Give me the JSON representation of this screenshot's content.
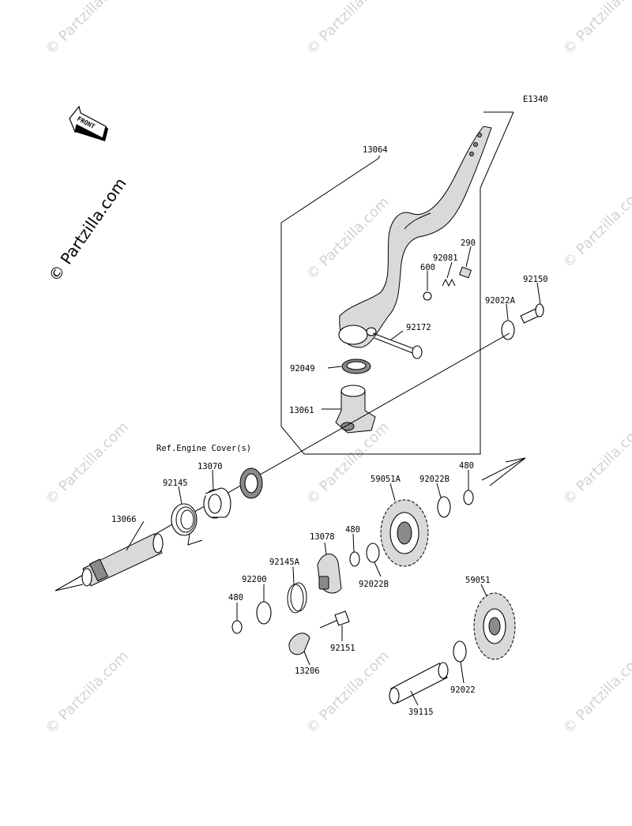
{
  "diagram_code": "E1340",
  "front_label": "FRONT",
  "ref_note": "Ref.Engine Cover(s)",
  "watermark": {
    "main": "© Partzilla.com",
    "small": "© Partzilla.com"
  },
  "parts": {
    "p13064": "13064",
    "p290": "290",
    "p92081": "92081",
    "p600": "600",
    "p92150": "92150",
    "p92022A": "92022A",
    "p92172": "92172",
    "p92049": "92049",
    "p13061": "13061",
    "p13070": "13070",
    "p92145": "92145",
    "p13066": "13066",
    "p59051A": "59051A",
    "p92022B_top": "92022B",
    "p480_top": "480",
    "p13078": "13078",
    "p480_mid": "480",
    "p92145A": "92145A",
    "p92022B_mid": "92022B",
    "p92200": "92200",
    "p480_left": "480",
    "p92151": "92151",
    "p13206": "13206",
    "p59051": "59051",
    "p92022": "92022",
    "p39115": "39115"
  }
}
